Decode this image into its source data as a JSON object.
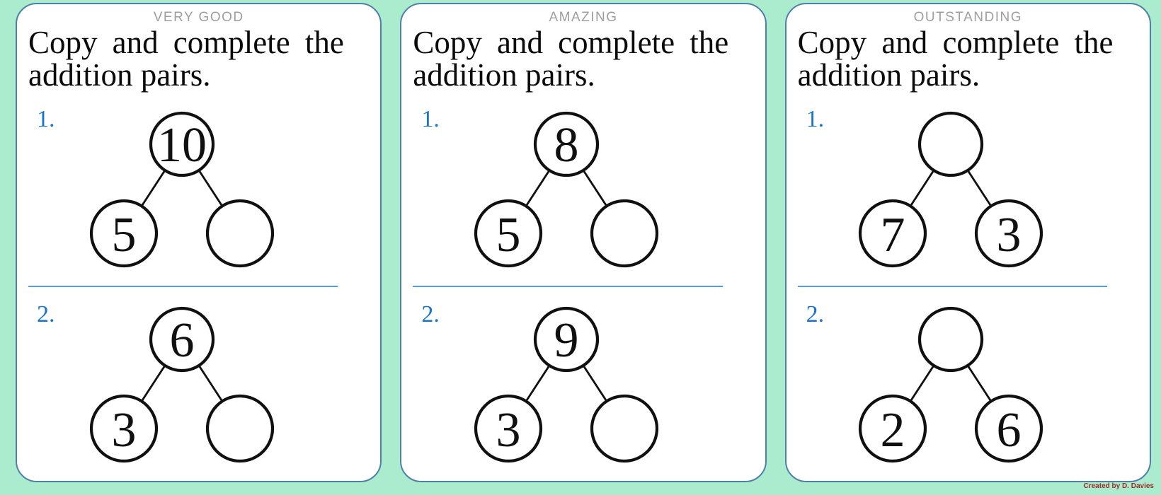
{
  "page": {
    "background_color": "#abeccf",
    "card_border_color": "#4f81a8",
    "accent_blue": "#1a75c8",
    "divider_color": "#5b9bd5",
    "header_gray": "#9e9e9e",
    "credit": "Created by D. Davies",
    "credit_color": "#9e2b25"
  },
  "cards": [
    {
      "header": "VERY GOOD",
      "title_line1": "Copy and complete the",
      "title_line2": "addition pairs.",
      "problems": [
        {
          "label": "1.",
          "whole": "10",
          "part_left": "5",
          "part_right": ""
        },
        {
          "label": "2.",
          "whole": "6",
          "part_left": "3",
          "part_right": ""
        }
      ]
    },
    {
      "header": "AMAZING",
      "title_line1": "Copy and complete the",
      "title_line2": "addition pairs.",
      "problems": [
        {
          "label": "1.",
          "whole": "8",
          "part_left": "5",
          "part_right": ""
        },
        {
          "label": "2.",
          "whole": "9",
          "part_left": "3",
          "part_right": ""
        }
      ]
    },
    {
      "header": "OUTSTANDING",
      "title_line1": "Copy and complete the",
      "title_line2": "addition pairs.",
      "problems": [
        {
          "label": "1.",
          "whole": "",
          "part_left": "7",
          "part_right": "3"
        },
        {
          "label": "2.",
          "whole": "",
          "part_left": "2",
          "part_right": "6"
        }
      ]
    }
  ]
}
